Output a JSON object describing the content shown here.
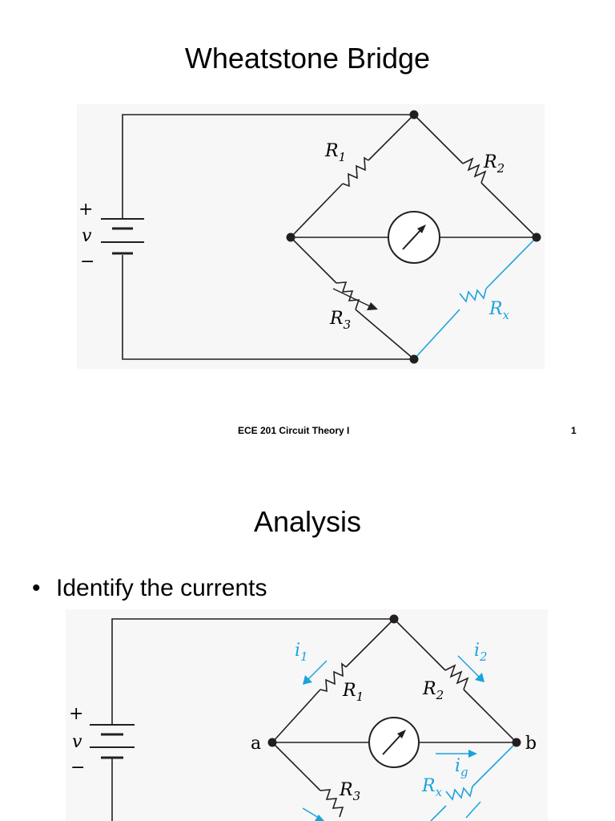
{
  "slide1": {
    "title": "Wheatstone Bridge",
    "footer_course": "ECE 201 Circuit Theory I",
    "page_number": "1",
    "circuit": {
      "plus": "+",
      "minus": "−",
      "source": "v",
      "r1": "R",
      "r1_sub": "1",
      "r2": "R",
      "r2_sub": "2",
      "r3": "R",
      "r3_sub": "3",
      "rx": "R",
      "rx_sub": "x"
    }
  },
  "slide2": {
    "title": "Analysis",
    "bullet": "Identify the currents",
    "circuit": {
      "plus": "+",
      "minus": "−",
      "source": "v",
      "node_a": "a",
      "node_b": "b",
      "i1": "i",
      "i1_sub": "1",
      "i2": "i",
      "i2_sub": "2",
      "ig": "i",
      "ig_sub": "g",
      "r1": "R",
      "r1_sub": "1",
      "r2": "R",
      "r2_sub": "2",
      "r3": "R",
      "r3_sub": "3",
      "rx": "R",
      "rx_sub": "x"
    }
  },
  "colors": {
    "highlight": "#1ba3dc",
    "wire": "#231f20",
    "panel": "#f7f7f7"
  }
}
